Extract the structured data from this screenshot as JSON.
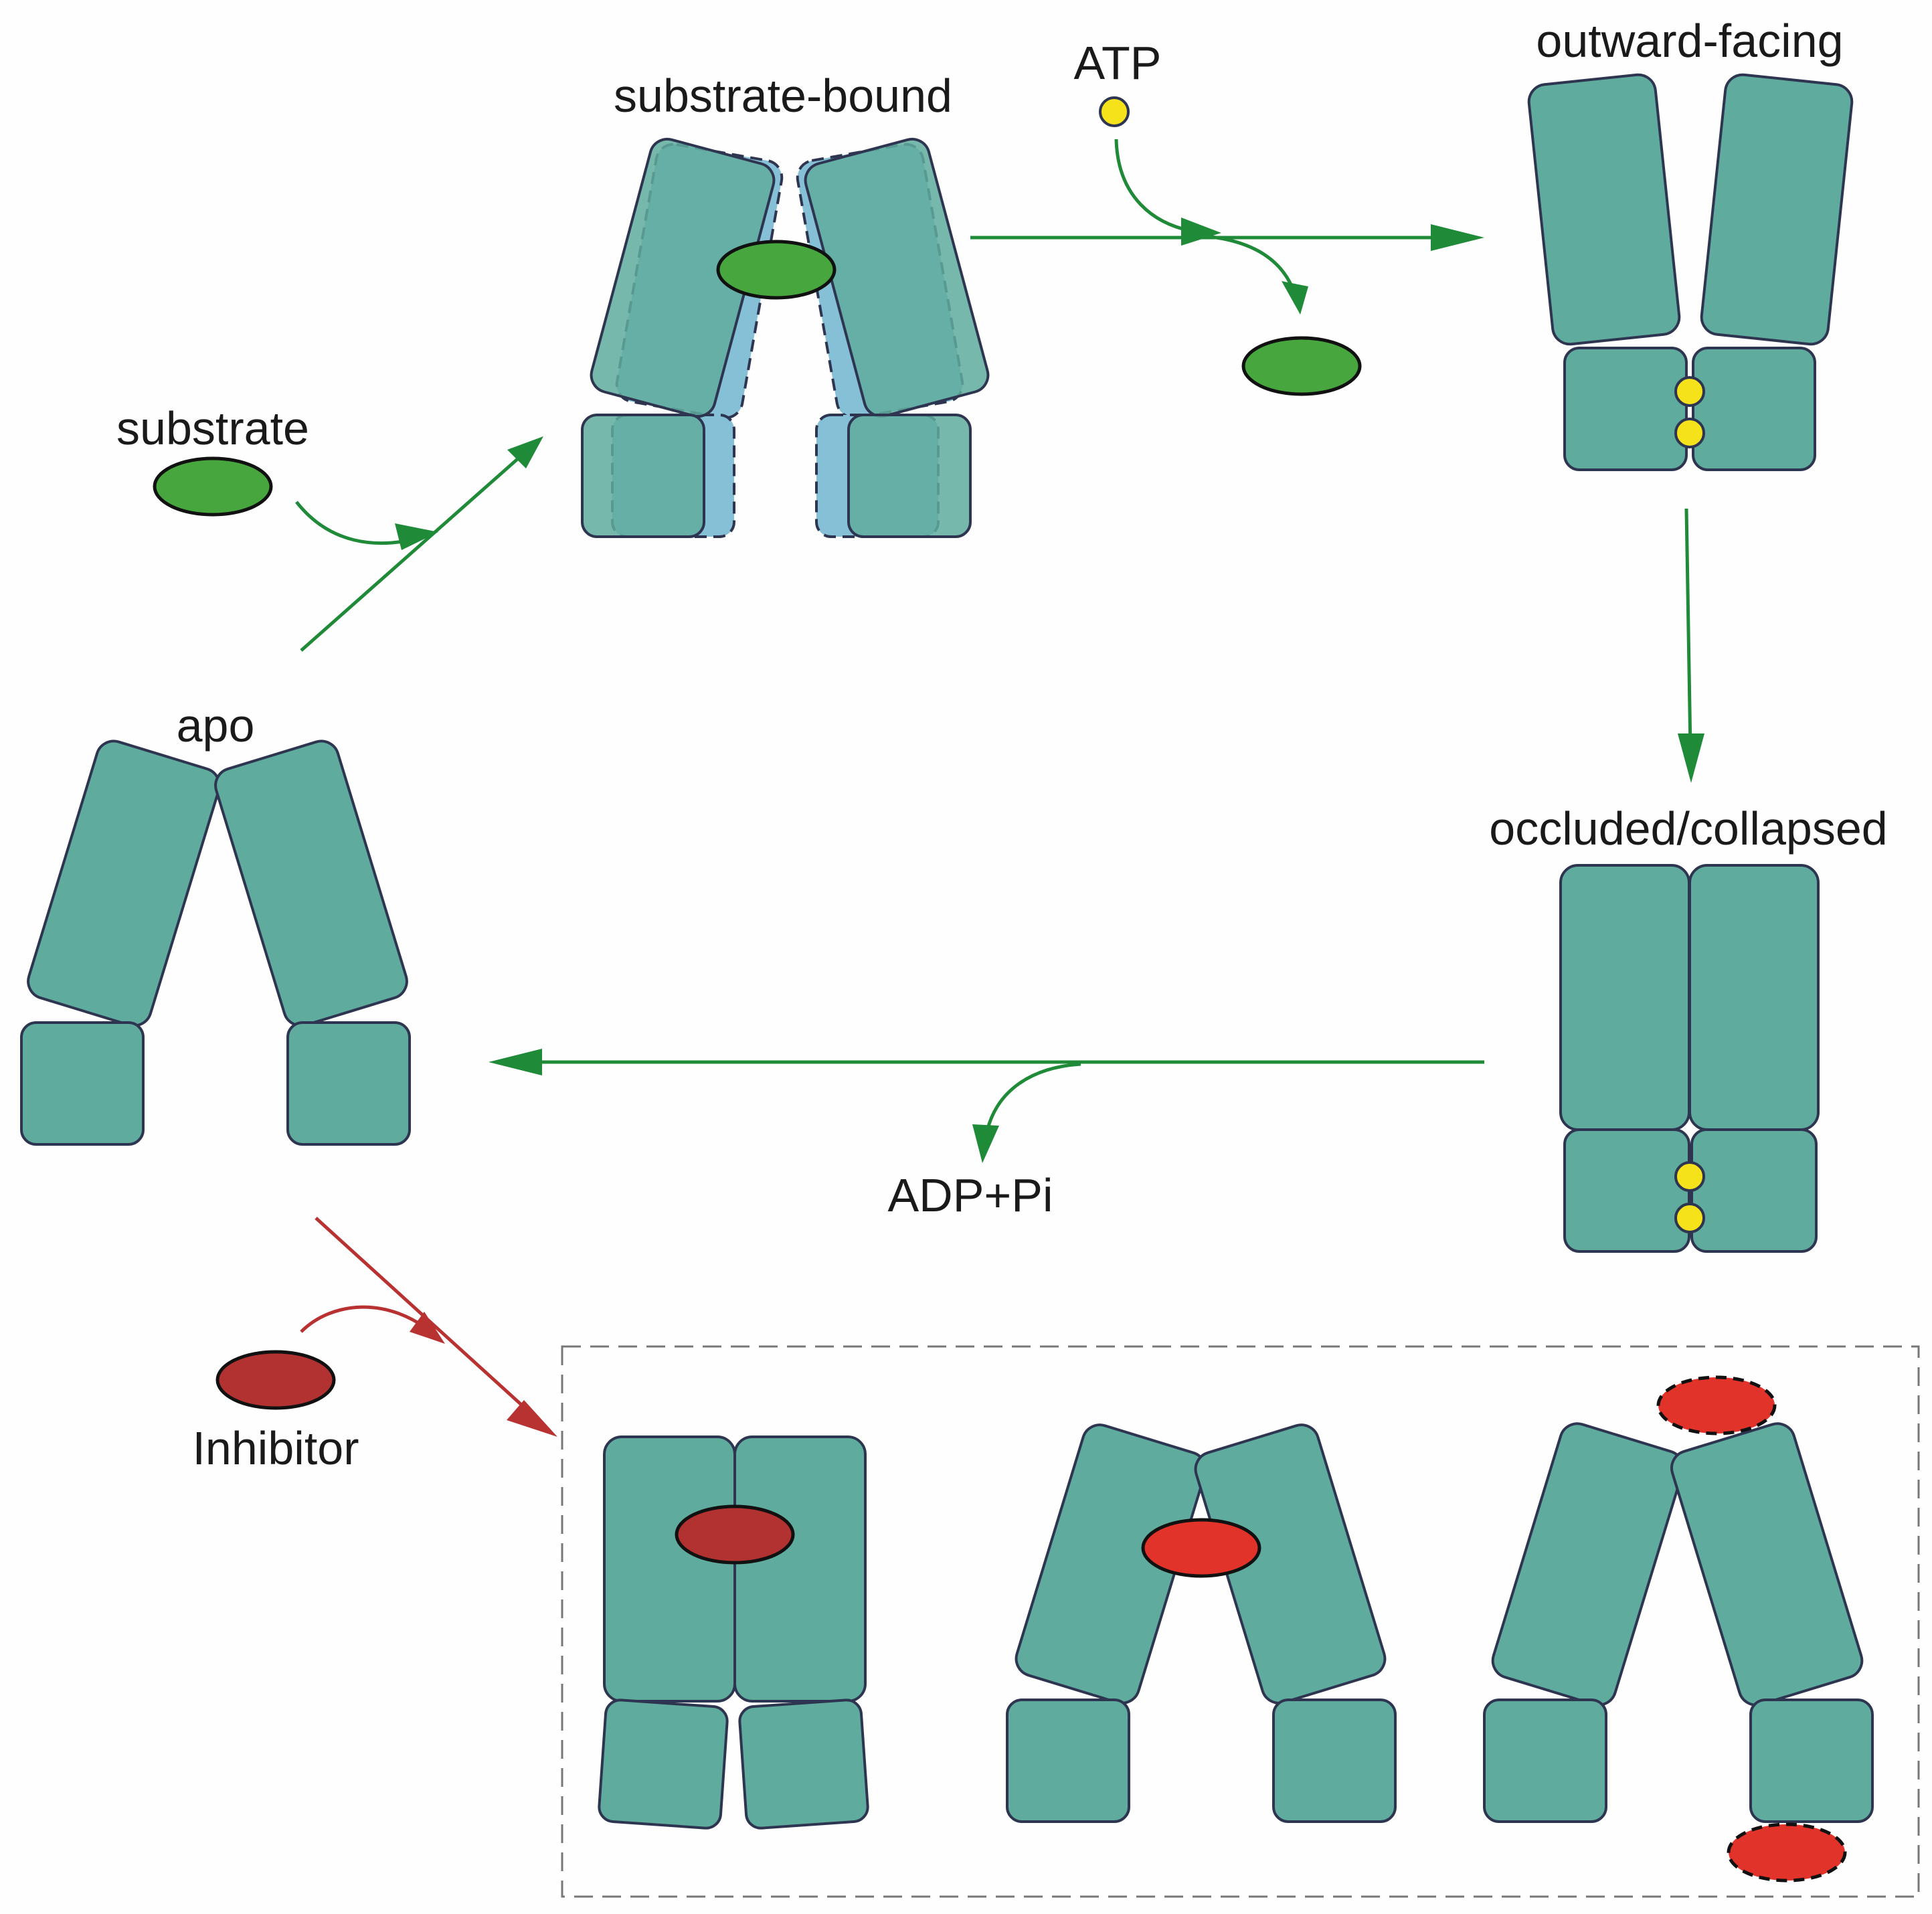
{
  "labels": {
    "substrate_bound": "substrate-bound",
    "atp": "ATP",
    "outward_facing": "outward-facing",
    "substrate": "substrate",
    "apo": "apo",
    "occluded_collapsed": "occluded/collapsed",
    "adp_pi": "ADP+Pi",
    "inhibitor": "Inhibitor"
  },
  "colors": {
    "domain": "#5fab9e",
    "domain_outline": "#2e3550",
    "ghost_domain": "#86c0d6",
    "substrate": "#47a63e",
    "atp": "#f6e21b",
    "inhibitor_dark": "#b23131",
    "inhibitor_bright": "#e2332b",
    "green_arrow": "#1f8a37",
    "red_arrow": "#b93232"
  }
}
